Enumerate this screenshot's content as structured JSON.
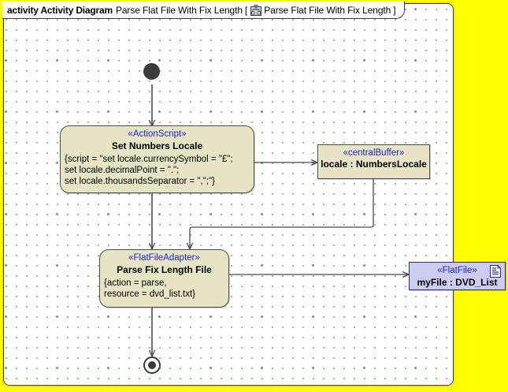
{
  "frame": {
    "kind_label": "activity Activity Diagram",
    "diagram_name": "Parse Flat File With Fix Length",
    "bracket_open": "[",
    "bracket_close": "]",
    "reference_name": "Parse Flat File With Fix Length",
    "icon": "activity-diagram-icon",
    "border_color": "#ffe600",
    "background_color": "#ffffff",
    "outside_color": "#ffff00"
  },
  "nodes": {
    "initial": {
      "name": "initial-node",
      "shape": "filled-circle",
      "color": "#3b3b3b"
    },
    "set_numbers_locale": {
      "stereotype": "«ActionScript»",
      "title": "Set Numbers Locale",
      "body": "{script = \"set locale.currencySymbol = \"£\";\nset locale.decimalPoint = \".\";\nset locale.thousandsSeparator = \",\";\"}",
      "fill": "#e6e4c4",
      "stroke": "#4c4c4c"
    },
    "locale_buffer": {
      "stereotype": "«centralBuffer»",
      "title": "locale : NumbersLocale",
      "fill": "#e6e4c4",
      "stroke": "#4c4c4c"
    },
    "parse_fix_length_file": {
      "stereotype": "«FlatFileAdapter»",
      "title": "Parse Fix Length File",
      "body": "{action = parse,\nresource = dvd_list.txt}",
      "fill": "#e6e4c4",
      "stroke": "#4c4c4c"
    },
    "my_file": {
      "stereotype": "«FlatFile»",
      "title": "myFile : DVD_List",
      "icon": "artifact-document-icon",
      "fill": "#ccccf0",
      "stroke": "#2b2b8a"
    },
    "final": {
      "name": "activity-final-node",
      "shape": "circle-with-filled-center",
      "color": "#3b3b3b"
    }
  },
  "edges": [
    {
      "name": "edge-initial-to-set-numbers-locale",
      "from": "initial",
      "to": "set_numbers_locale"
    },
    {
      "name": "edge-set-numbers-locale-to-locale-buffer",
      "from": "set_numbers_locale",
      "to": "locale_buffer"
    },
    {
      "name": "edge-set-numbers-locale-to-parse-fix-length-file",
      "from": "set_numbers_locale",
      "to": "parse_fix_length_file"
    },
    {
      "name": "edge-locale-buffer-to-parse-fix-length-file",
      "from": "locale_buffer",
      "to": "parse_fix_length_file"
    },
    {
      "name": "edge-parse-fix-length-file-to-my-file",
      "from": "parse_fix_length_file",
      "to": "my_file"
    },
    {
      "name": "edge-parse-fix-length-file-to-final",
      "from": "parse_fix_length_file",
      "to": "final"
    }
  ]
}
